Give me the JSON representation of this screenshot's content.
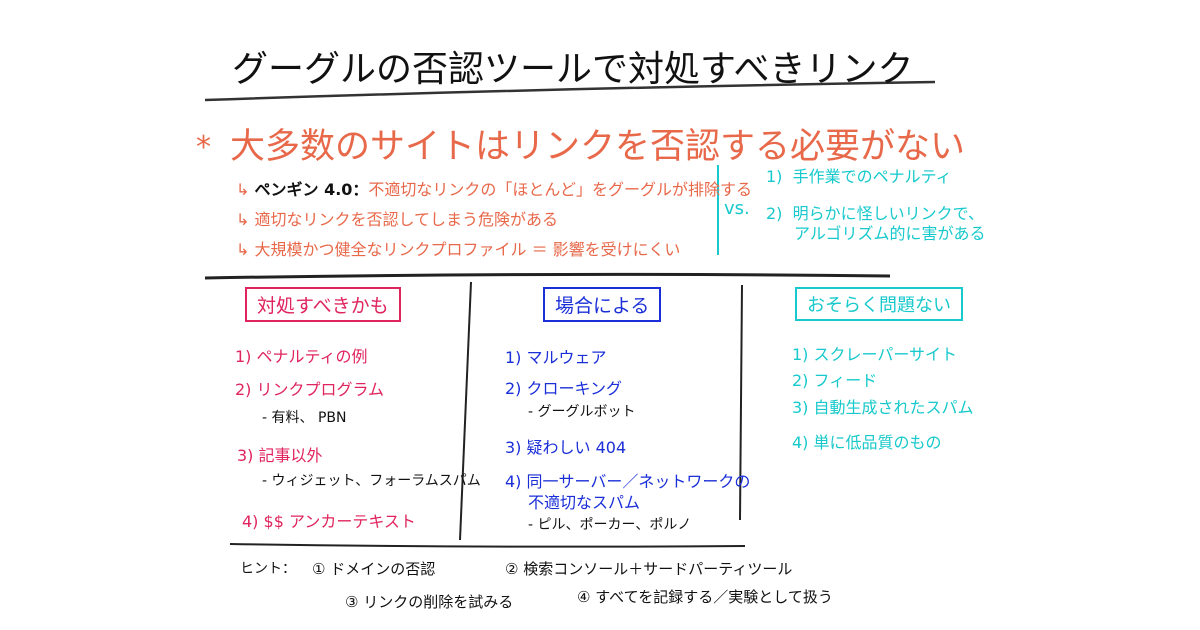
{
  "title": "グーグルの否認ツールで対処すべきリンク",
  "main_point": {
    "bullet": "*",
    "heading": "大多数のサイトはリンクを否認する必要がない",
    "sub_items": [
      {
        "prefix": "ペンギン 4.0：",
        "text": "不適切なリンクの「ほとんど」をグーグルが排除する"
      },
      {
        "prefix": "",
        "text": "適切なリンクを否認してしまう危険がある"
      },
      {
        "prefix": "",
        "text": "大規模かつ健全なリンクプロファイル ＝ 影響を受けにくい"
      }
    ],
    "vs_label": "vs.",
    "vs_items": [
      {
        "num": "1)",
        "text": "手作業でのペナルティ"
      },
      {
        "num": "2)",
        "text": "明らかに怪しいリンクで、",
        "text2": "アルゴリズム的に害がある"
      }
    ]
  },
  "columns": [
    {
      "heading": "対処すべきかも",
      "items": [
        {
          "num": "1)",
          "text": "ペナルティの例"
        },
        {
          "num": "2)",
          "text": "リンクプログラム",
          "sub": "- 有料、 PBN"
        },
        {
          "num": "3)",
          "text": "記事以外",
          "sub": "- ウィジェット、フォーラムスパム"
        },
        {
          "num": "4)",
          "text": "$$ アンカーテキスト"
        }
      ]
    },
    {
      "heading": "場合による",
      "items": [
        {
          "num": "1)",
          "text": "マルウェア"
        },
        {
          "num": "2)",
          "text": "クローキング",
          "sub": "- グーグルボット"
        },
        {
          "num": "3)",
          "text": "疑わしい 404"
        },
        {
          "num": "4)",
          "text": "同一サーバー／ネットワークの",
          "text2": "不適切なスパム",
          "sub": "- ピル、ポーカー、ポルノ"
        }
      ]
    },
    {
      "heading": "おそらく問題ない",
      "items": [
        {
          "num": "1)",
          "text": "スクレーパーサイト"
        },
        {
          "num": "2)",
          "text": "フィード"
        },
        {
          "num": "3)",
          "text": "自動生成されたスパム"
        },
        {
          "num": "4)",
          "text": "単に低品質のもの"
        }
      ]
    }
  ],
  "hints": {
    "label": "ヒント：",
    "items": [
      "① ドメインの否認",
      "② 検索コンソール＋サードパーティツール",
      "③ リンクの削除を試みる",
      "④ すべてを記録する／実験として扱う"
    ]
  },
  "colors": {
    "orange": "#e8684a",
    "cyan": "#17c9cc",
    "red": "#e0245e",
    "blue": "#1a2fd8"
  }
}
